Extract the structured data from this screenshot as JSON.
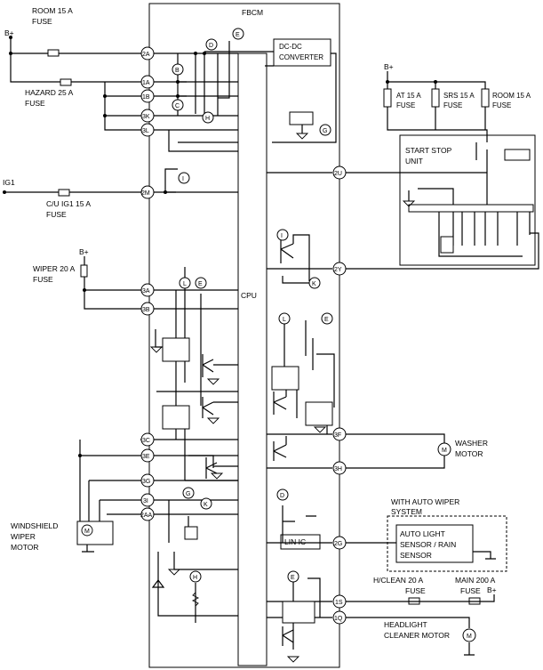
{
  "module": {
    "title": "FBCM",
    "cpu": "CPU",
    "lin_ic": "LIN IC",
    "dcdc_line1": "DC-DC",
    "dcdc_line2": "CONVERTER"
  },
  "supply": {
    "b_plus": "B+",
    "ig1": "IG1"
  },
  "fuses": {
    "room_l1": "ROOM 15 A",
    "room_l2": "FUSE",
    "hazard_l1": "HAZARD 25 A",
    "hazard_l2": "FUSE",
    "cu_l1": "C/U IG1 15 A",
    "cu_l2": "FUSE",
    "wiper_l1": "WIPER 20 A",
    "wiper_l2": "FUSE",
    "at_l1": "AT 15 A",
    "at_l2": "FUSE",
    "srs_l1": "SRS 15 A",
    "srs_l2": "FUSE",
    "room2_l1": "ROOM 15 A",
    "room2_l2": "FUSE",
    "hclean_l1": "H/CLEAN 20 A",
    "hclean_l2": "FUSE",
    "main_l1": "MAIN 200 A",
    "main_l2": "FUSE"
  },
  "start_stop": {
    "line1": "START STOP",
    "line2": "UNIT"
  },
  "auto_wiper": {
    "title1": "WITH AUTO WIPER",
    "title2": "SYSTEM",
    "sensor1": "AUTO LIGHT",
    "sensor2": "SENSOR / RAIN",
    "sensor3": "SENSOR"
  },
  "loads": {
    "washer1": "WASHER",
    "washer2": "MOTOR",
    "wind1": "WINDSHIELD",
    "wind2": "WIPER",
    "wind3": "MOTOR",
    "head1": "HEADLIGHT",
    "head2": "CLEANER MOTOR",
    "motor_symbol": "M"
  },
  "pins": [
    "2A",
    "1A",
    "1B",
    "3K",
    "3L",
    "2M",
    "3A",
    "3B",
    "3C",
    "3E",
    "3G",
    "3I",
    "2AA",
    "2U",
    "2Y",
    "3F",
    "3H",
    "2G",
    "1S",
    "1Q"
  ],
  "circles": [
    "D",
    "E",
    "B",
    "C",
    "H",
    "G",
    "I",
    "K",
    "L"
  ]
}
